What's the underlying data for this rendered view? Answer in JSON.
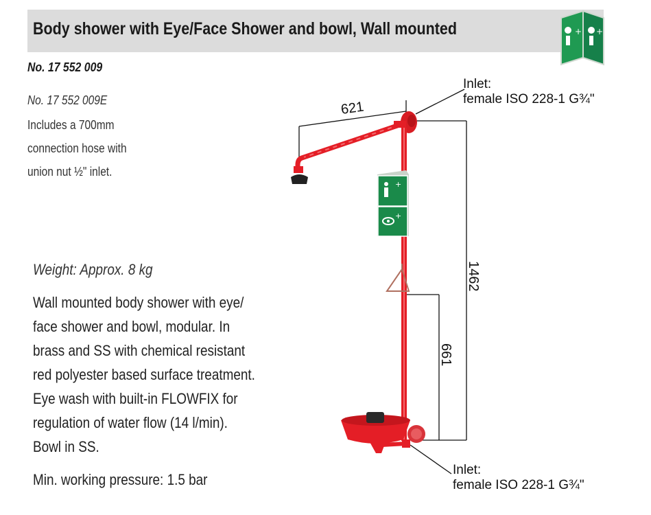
{
  "header": {
    "title": "Body shower with Eye/Face Shower and bowl, Wall mounted"
  },
  "product": {
    "number": "No. 17 552 009",
    "variant_number": "No. 17 552 009E",
    "hose_note": [
      "Includes a 700mm",
      "connection hose with",
      "union nut ½\" inlet."
    ]
  },
  "specs": {
    "weight": "Weight: Approx. 8 kg",
    "description": [
      "Wall mounted body shower with eye/",
      "face shower and bowl, modular. In",
      "brass and SS with chemical resistant",
      "red polyester based surface treatment.",
      "Eye wash with built-in FLOWFIX  for",
      "regulation of water flow (14 l/min).",
      "Bowl in SS."
    ],
    "min_pressure": "Min. working pressure: 1.5 bar"
  },
  "drawing": {
    "dimensions": {
      "arm_length": "621",
      "shower_height": "1462",
      "bowl_height": "661"
    },
    "inlet_top": {
      "label": "Inlet:",
      "spec": "female ISO 228-1 G¾\""
    },
    "inlet_bottom": {
      "label": "Inlet:",
      "spec": "female ISO 228-1 G¾\""
    }
  },
  "colors": {
    "header_band": "#dcdcdc",
    "shower_red": "#e41e26",
    "safety_sign_green": "#1a8a4a"
  },
  "icons": [
    "safety-sign-icon",
    "safety-sign-3d-icon"
  ]
}
